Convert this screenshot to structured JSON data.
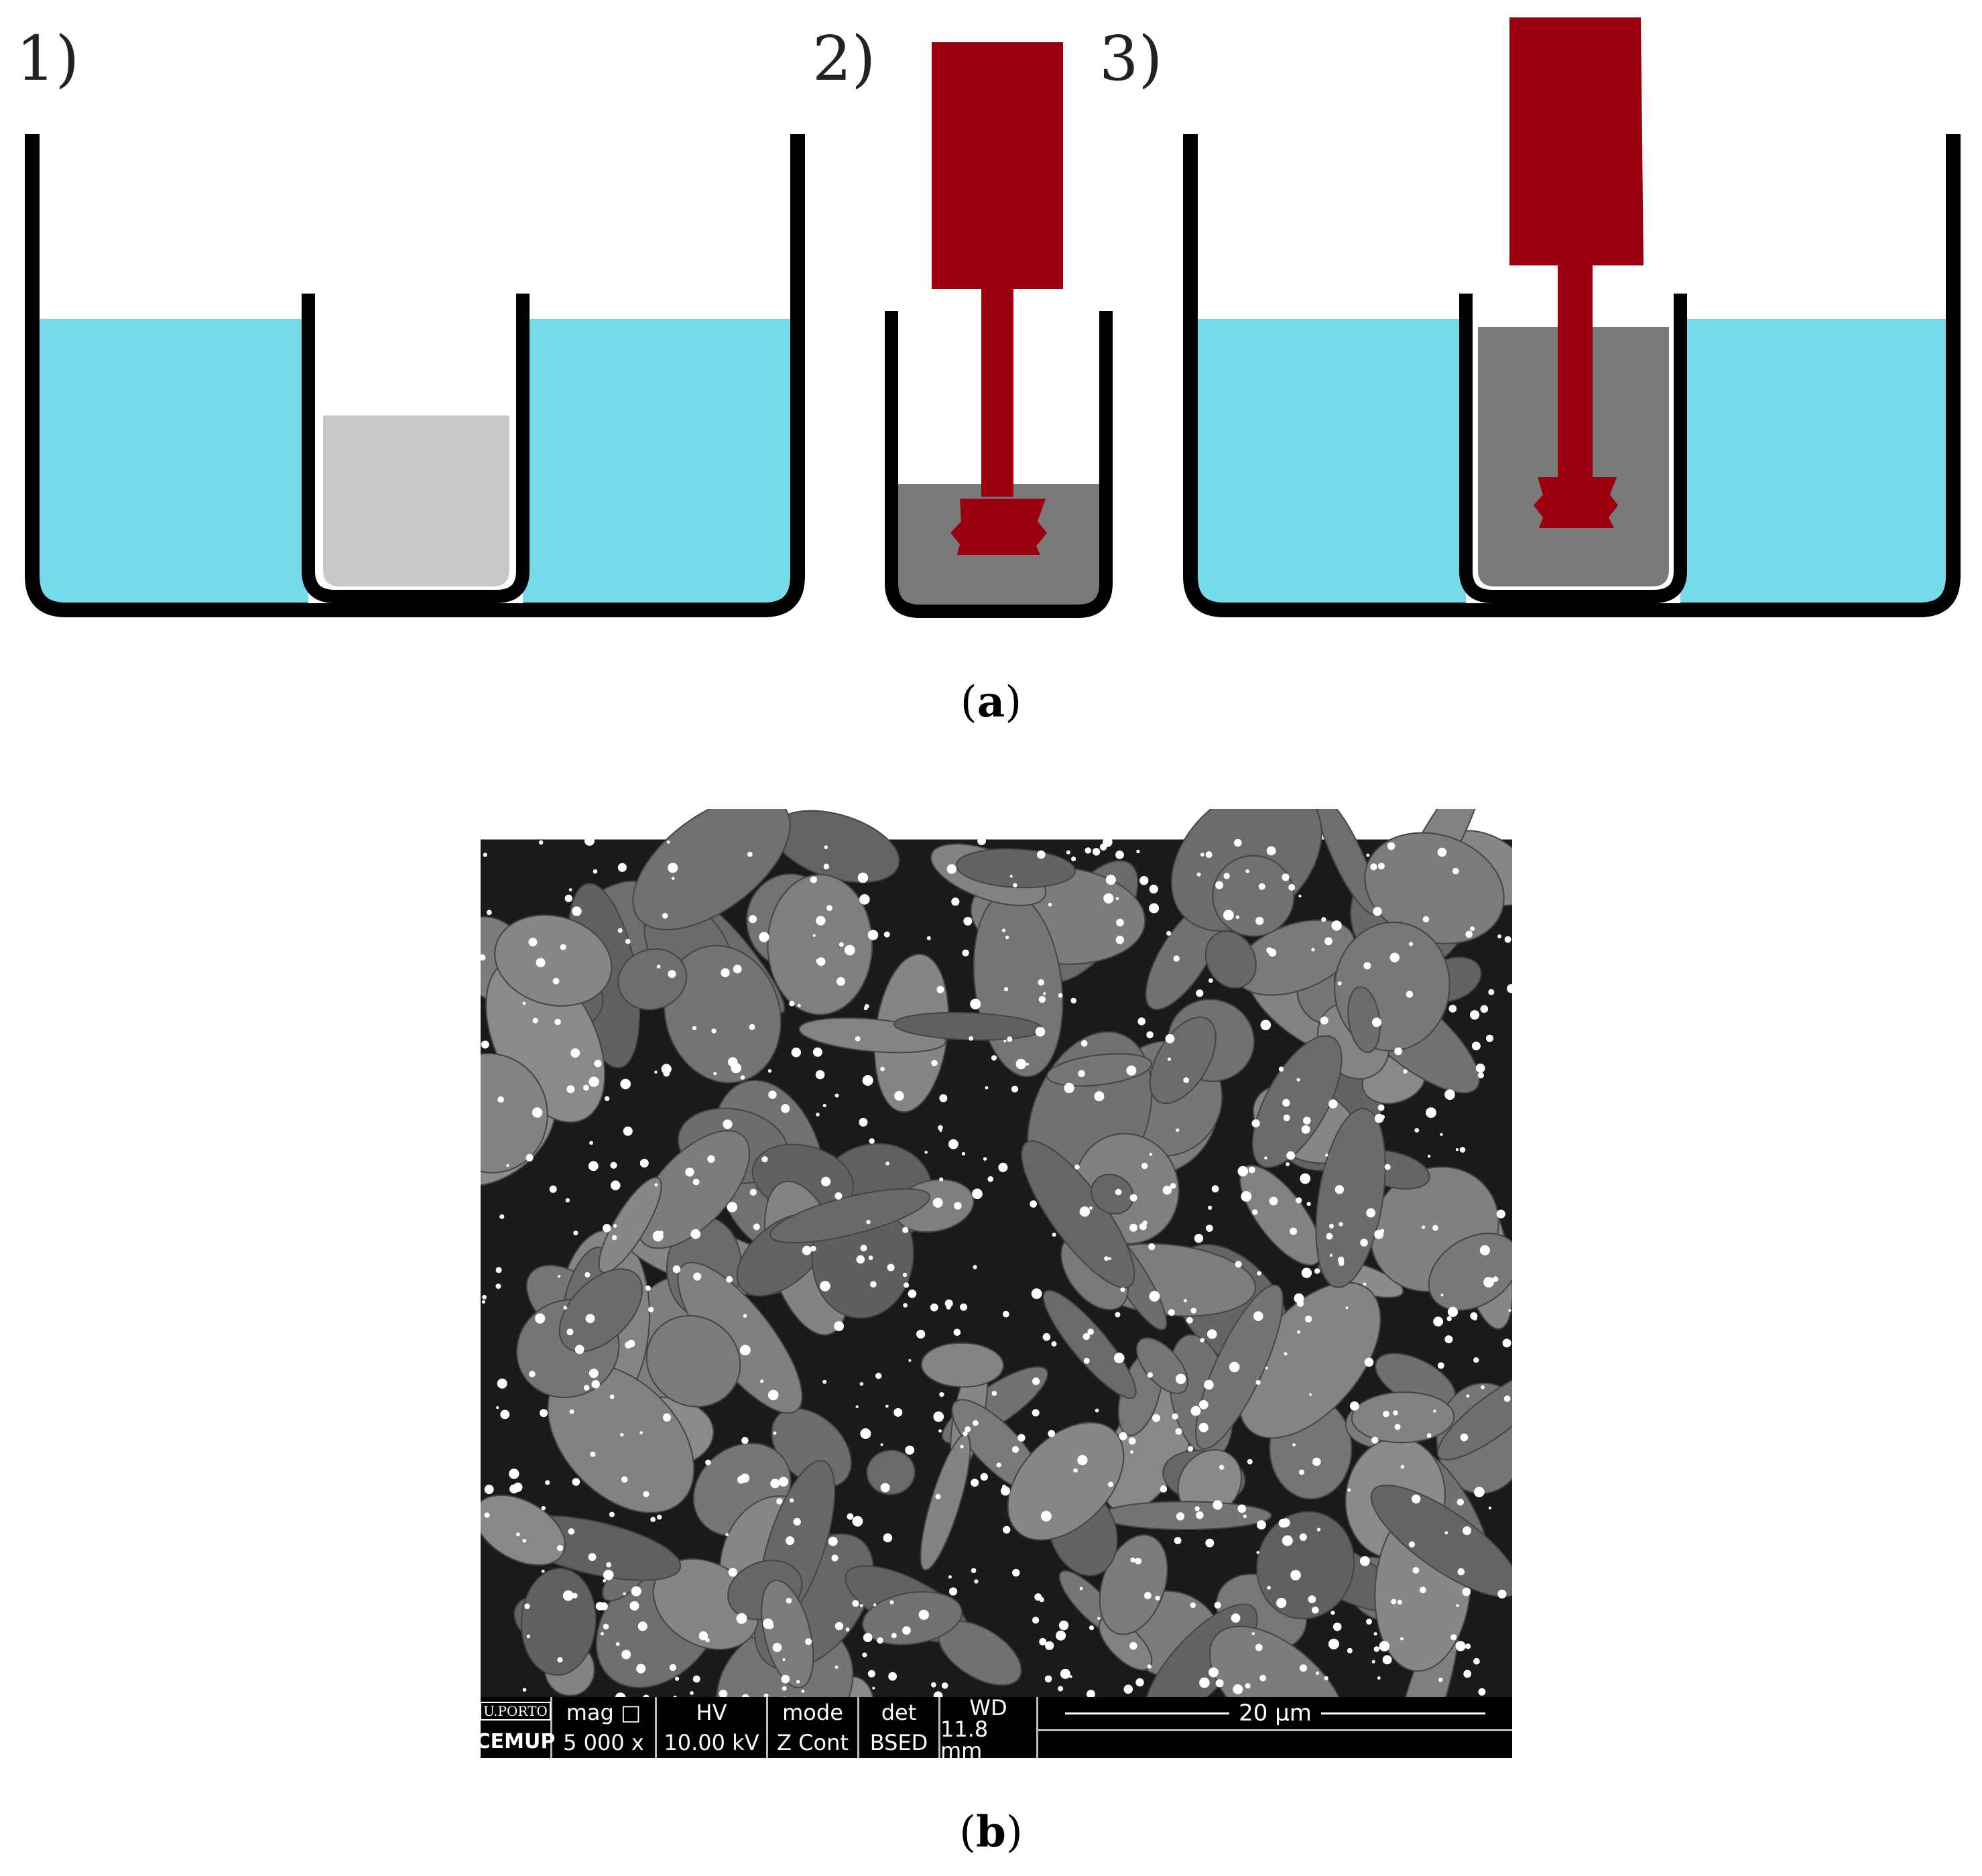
{
  "panel_a": {
    "steps": [
      {
        "label": "1)"
      },
      {
        "label": "2)"
      },
      {
        "label": "3)"
      }
    ],
    "caption_letter": "a"
  },
  "panel_b": {
    "caption_letter": "b",
    "sem_databar": {
      "logo_top": "U.PORTO",
      "logo_bottom": "CEMUP",
      "fields": [
        {
          "header": "mag □",
          "value": "5 000 x"
        },
        {
          "header": "HV",
          "value": "10.00 kV"
        },
        {
          "header": "mode",
          "value": "Z Cont"
        },
        {
          "header": "det",
          "value": "BSED"
        },
        {
          "header": "WD",
          "value": "11.8 mm"
        }
      ],
      "scale_bar": "20 µm"
    }
  },
  "colors": {
    "water": "#76dbe8",
    "powder_light": "#c8c8c8",
    "slurry_dark": "#7a7a7a",
    "mixer": "#9b0010",
    "beaker_outline": "#000000"
  }
}
